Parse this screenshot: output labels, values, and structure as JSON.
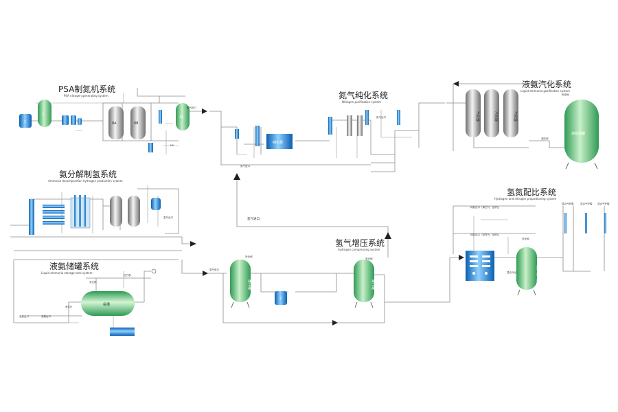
{
  "systems": {
    "psa": {
      "title": "PSA制氮机系统",
      "subtitle": "PSA nitrogen generating system"
    },
    "nitrogen_purification": {
      "title": "氮气纯化系统",
      "subtitle": "Nitrogen purification system"
    },
    "liquid_ammonia_gasification": {
      "title": "液氨汽化系统",
      "subtitle": "Liquid ammonia gasification system"
    },
    "ammonia_decomposition": {
      "title": "氨分解制氢系统",
      "subtitle": "Ammonia decomposition hydrogen production system"
    },
    "hydrogen_nitrogen_proportioning": {
      "title": "氢氮配比系统",
      "subtitle": "Hydrogen and nitrogen proportioning system"
    },
    "hydrogen_compressing": {
      "title": "氢气增压系统",
      "subtitle": "hydrogen compressing system"
    },
    "liquid_ammonia_storage": {
      "title": "液氨储罐系统",
      "subtitle": "Liquid ammonia storage tank system"
    }
  },
  "vessels": {
    "psa_1": "1",
    "psa_2": "2",
    "psa_8a": "8A",
    "psa_8b": "8B",
    "psa_11": "11",
    "purifier": "纯化柜",
    "vaporizer_1": "汽化器",
    "vaporizer_2": "汽化器",
    "vaporizer_3": "汽化器",
    "liquid_ammonia_tank": "液氨储罐",
    "ammonia_tank": "氨槽",
    "buffer_tank_1": "缓冲罐",
    "buffer_tank_2": "缓冲罐",
    "mixing_tank": "混合气缓冲罐",
    "small_pump_1": "1",
    "small_pump_2": "2"
  },
  "labels": {
    "hydrogen_inlet": "氢气进口",
    "hydrogen_inlet_2": "氢气进口",
    "hydrogen_inlet_3": "氢气进口",
    "safety_valve": "安全阀",
    "safety_valve_2": "安全阀",
    "safety_valve_3": "安全阀",
    "safety_valve_4": "安全阀",
    "safety_valve_5": "安全阀",
    "nitrogen_outlet": "氮气出口",
    "nitrogen_outlet_2": "氮气出口",
    "hydrogen_outlet": "氢气出口",
    "pressure_reducing": "减压阀",
    "np": "NP",
    "ammonia_inlet": "液氨进口",
    "ammonia_outlet": "液氨出口",
    "pressure_gauge": "压力表",
    "level_gauge": "液位计",
    "mix_outlet": "混合气出口",
    "mixed_outlet_1": "纯氮出口（清扫气）至炉区",
    "mixed_outlet_2": "纯氮出口（密封气）至炉区",
    "furnace_1": "混合气炉膛",
    "furnace_2": "混合气炉膛",
    "furnace_3": "混合气炉膛"
  }
}
